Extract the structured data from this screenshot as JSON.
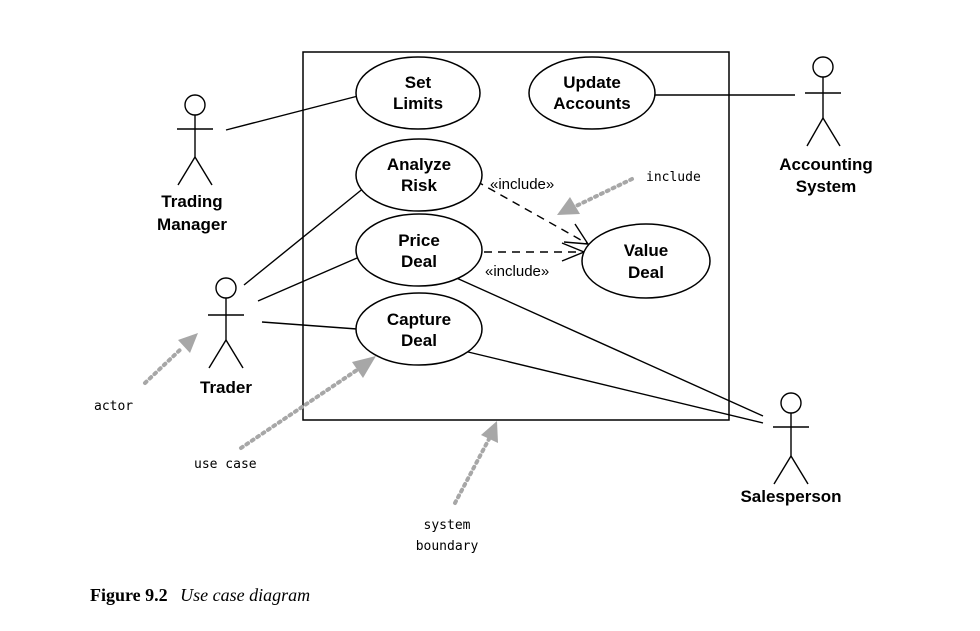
{
  "actors": {
    "trading_manager": [
      "Trading",
      "Manager"
    ],
    "accounting_system": [
      "Accounting",
      "System"
    ],
    "trader": "Trader",
    "salesperson": "Salesperson"
  },
  "use_cases": {
    "set_limits": [
      "Set",
      "Limits"
    ],
    "update_accounts": [
      "Update",
      "Accounts"
    ],
    "analyze_risk": [
      "Analyze",
      "Risk"
    ],
    "price_deal": [
      "Price",
      "Deal"
    ],
    "capture_deal": [
      "Capture",
      "Deal"
    ],
    "value_deal": [
      "Value",
      "Deal"
    ]
  },
  "relationships": {
    "include_1": "«include»",
    "include_2": "«include»"
  },
  "annotations": {
    "include": "include",
    "actor": "actor",
    "use_case": "use case",
    "system_boundary": [
      "system",
      "boundary"
    ]
  },
  "caption": {
    "number": "Figure 9.2",
    "text": "Use case diagram"
  },
  "colors": {
    "lines": "#000000",
    "annotation_arrows": "#a7a7a7"
  }
}
